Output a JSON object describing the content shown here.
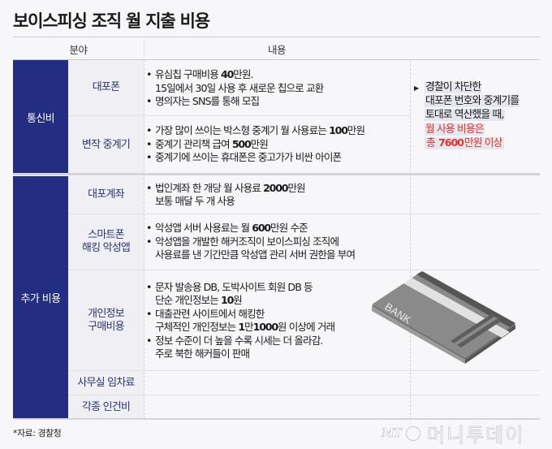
{
  "title": "보이스피싱 조직 월 지출 비용",
  "header": {
    "category": "분야",
    "content": "내용"
  },
  "sections": [
    {
      "category": "통신비",
      "rows": [
        {
          "label": "대포폰",
          "items": [
            {
              "pre": "유심칩 구매비용 ",
              "bold": "40",
              "post": "만원.\n15일에서 30일 사용 후 새로운 칩으로 교환"
            },
            {
              "pre": "명의자는 SNS를 통해 모집",
              "bold": "",
              "post": ""
            }
          ]
        },
        {
          "label": "변작 중계기",
          "items": [
            {
              "pre": "가장 많이 쓰이는 박스형 중계기 월 사용료는 ",
              "bold": "100",
              "post": "만원"
            },
            {
              "pre": "중계기 관리책 급여 ",
              "bold": "500",
              "post": "만원"
            },
            {
              "pre": "중계기에 쓰이는 휴대폰은 중고가가 비싼 아이폰",
              "bold": "",
              "post": ""
            }
          ]
        }
      ]
    },
    {
      "category": "추가 비용",
      "rows": [
        {
          "label": "대포계좌",
          "items": [
            {
              "pre": "법인계좌 한 개당 월 사용료 ",
              "bold": "2000",
              "post": "만원\n보통 매달 두 개 사용"
            }
          ]
        },
        {
          "label": "스마트폰\n해킹 악성앱",
          "items": [
            {
              "pre": "악성앱 서버 사용료는 월 ",
              "bold": "600",
              "post": "만원 수준"
            },
            {
              "pre": "악성앱을 개발한 해커조직이 보이스피싱 조직에\n사용료를 낸 기간만큼 악성앱 관리 서버 권한을 부여",
              "bold": "",
              "post": ""
            }
          ]
        },
        {
          "label": "개인정보\n구매비용",
          "items": [
            {
              "pre": "문자 발송용 DB, 도박사이트 회원 DB 등\n단순 개인정보는 ",
              "bold": "10",
              "post": "원"
            },
            {
              "pre": "대출관련 사이트에서 해킹한\n구체적인 개인정보는 ",
              "bold": "1",
              "post": "만",
              "bold2": "1000",
              "post2": "원 이상에 거래"
            },
            {
              "pre": "정보 수준이 더 높을 수록 시세는 더 올라감.\n주로 북한 해커들이 판매",
              "bold": "",
              "post": ""
            }
          ]
        },
        {
          "label": "사무실 임차료",
          "items": []
        },
        {
          "label": "각종 인건비",
          "items": []
        }
      ]
    }
  ],
  "note": {
    "arrow_icon": "triangle-right",
    "lines": [
      "경찰이 차단한",
      "대포폰 번호와 중계기를",
      "토대로 역산했을 때,"
    ],
    "red_line1": "월 사용 비용은",
    "red_line2_pre": "총 ",
    "red_line2_bold": "7600",
    "red_line2_post": "만원 이상",
    "highlight_color": "#e2332b"
  },
  "illustration": {
    "card_text": "BANK"
  },
  "footer": {
    "source": "*자료: 경찰청"
  },
  "logo": {
    "mt": "MT",
    "name": "머니투데이"
  },
  "colors": {
    "category_bg": "#232e82",
    "sub_bg": "#efeff4",
    "sub_text": "#2b3576",
    "accent_red": "#e2332b"
  }
}
